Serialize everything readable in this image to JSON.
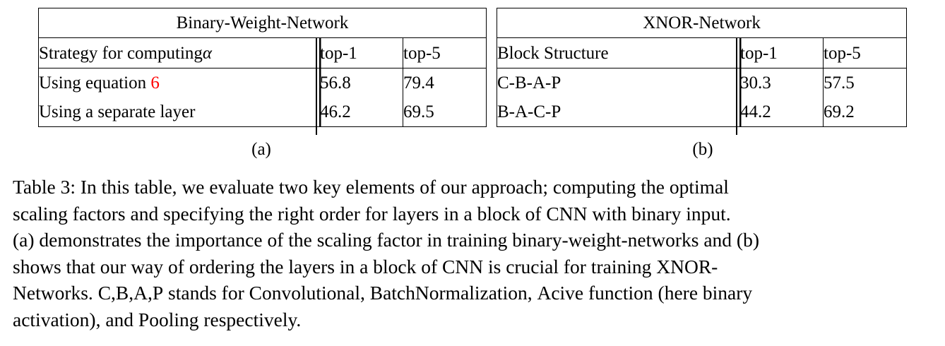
{
  "figure": {
    "label": "Table 3",
    "accent_red": "#ff0000",
    "rule_color": "#000000",
    "background": "#ffffff"
  },
  "tables": [
    {
      "id": "a",
      "sub_caption": "(a)",
      "title": "Binary-Weight-Network",
      "columns": [
        "Strategy for computing α",
        "top-1",
        "top-5"
      ],
      "col_label_plain": "Strategy for computing",
      "col_label_symbol": "α",
      "rows": [
        {
          "label_prefix": "Using equation ",
          "label_ref": "6",
          "label": "Using equation 6",
          "top1": "56.8",
          "top5": "79.4"
        },
        {
          "label_prefix": "Using a separate layer",
          "label_ref": "",
          "label": "Using a separate layer",
          "top1": "46.2",
          "top5": "69.5"
        }
      ]
    },
    {
      "id": "b",
      "sub_caption": "(b)",
      "title": "XNOR-Network",
      "columns": [
        "Block Structure",
        "top-1",
        "top-5"
      ],
      "col_label_plain": "Block Structure",
      "col_label_symbol": "",
      "rows": [
        {
          "label_prefix": "C-B-A-P",
          "label_ref": "",
          "label": "C-B-A-P",
          "top1": "30.3",
          "top5": "57.5"
        },
        {
          "label_prefix": "B-A-C-P",
          "label_ref": "",
          "label": "B-A-C-P",
          "top1": "44.2",
          "top5": "69.2"
        }
      ]
    }
  ],
  "caption": {
    "lines": [
      "Table 3: In this table, we evaluate two key elements of our approach; computing the optimal",
      "scaling factors and specifying the right order for layers in a block of CNN with binary input.",
      "(a) demonstrates the importance of the scaling factor in training binary-weight-networks and (b)",
      "shows that our way of ordering the layers in a block of CNN is crucial for training XNOR-",
      "Networks. C,B,A,P stands for Convolutional, BatchNormalization, Acive function (here binary",
      "activation), and Pooling respectively."
    ]
  }
}
